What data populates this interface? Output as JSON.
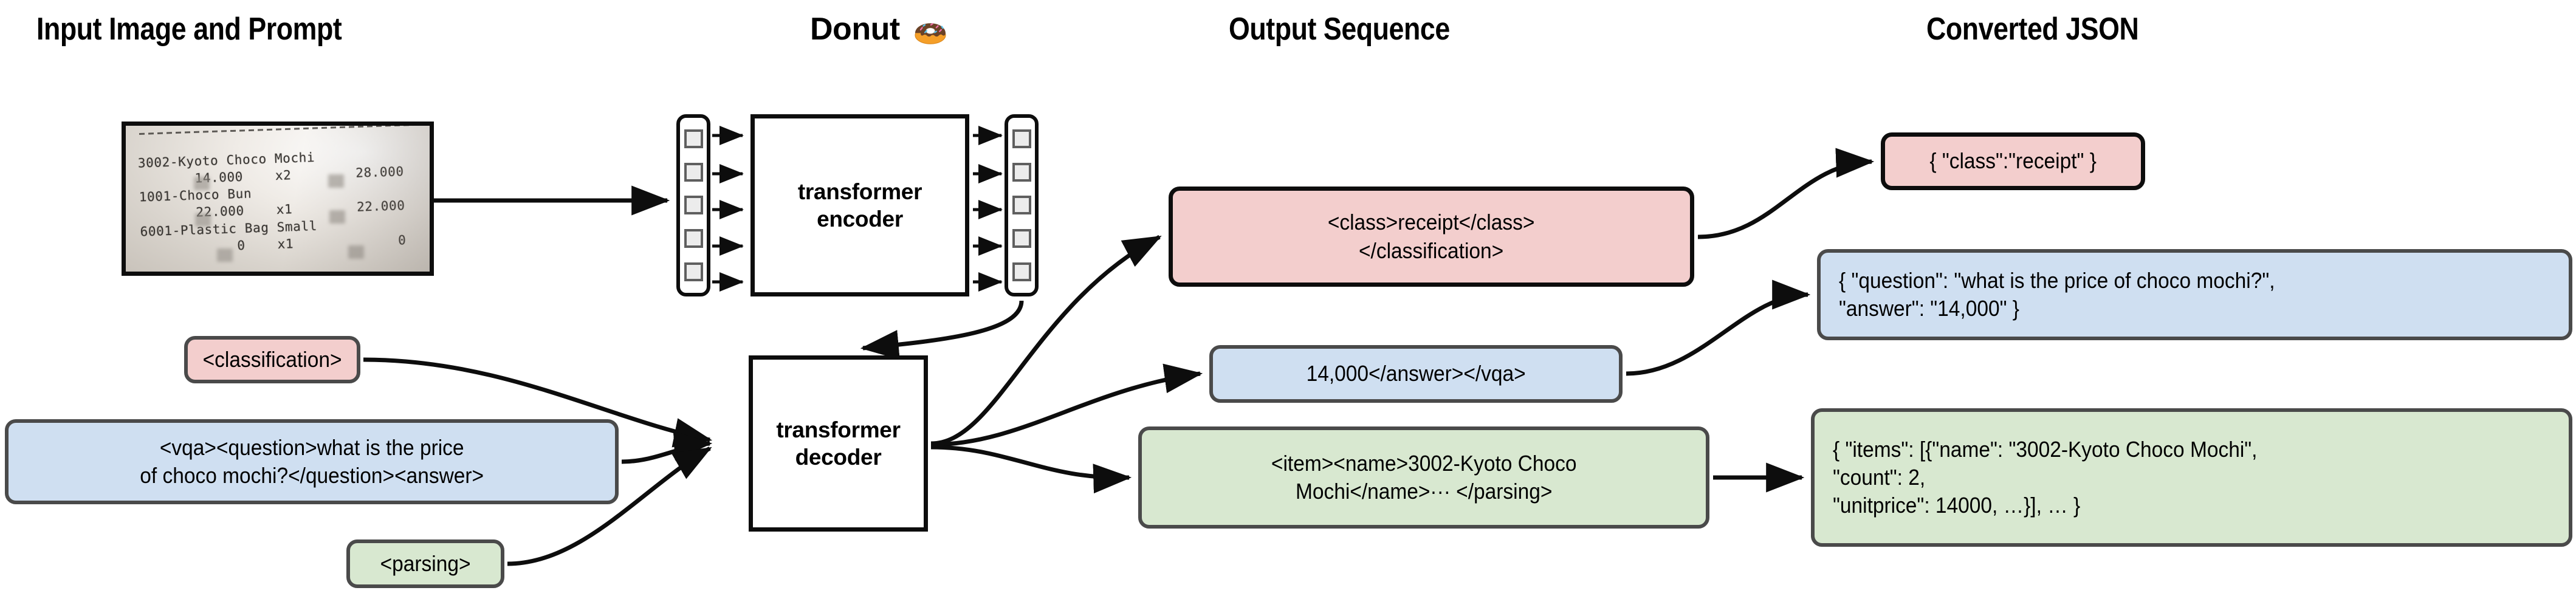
{
  "figure": {
    "type": "diagram",
    "description": "Donut model pipeline: input image and prompt, transformer encoder/decoder, output token sequence and converted JSON"
  },
  "columns": [
    {
      "id": "input",
      "title": "Input Image and Prompt"
    },
    {
      "id": "model",
      "title": "Donut",
      "emoji_name": "donut-emoji"
    },
    {
      "id": "output",
      "title": "Output Sequence"
    },
    {
      "id": "json",
      "title": "Converted JSON"
    }
  ],
  "receipt": {
    "name": "receipt-photo",
    "lines": [
      "3002-Kyoto Choco Mochi",
      "       14.000    x2        28.000",
      "1001-Choco Bun",
      "       22.000    x1        22.000",
      "6001-Plastic Bag Small",
      "            0    x1             0"
    ],
    "items": [
      {
        "code": "3002",
        "name": "Kyoto Choco Mochi",
        "unitprice": "14.000",
        "count": "x2",
        "total": "28.000"
      },
      {
        "code": "1001",
        "name": "Choco Bun",
        "unitprice": "22.000",
        "count": "x1",
        "total": "22.000"
      },
      {
        "code": "6001",
        "name": "Plastic Bag Small",
        "unitprice": "0",
        "count": "x1",
        "total": "0"
      }
    ]
  },
  "model": {
    "encoder_label": "transformer\nencoder",
    "decoder_label": "transformer\ndecoder",
    "encoder_input_tokens": 5,
    "encoder_output_tokens": 5
  },
  "prompts": [
    {
      "id": "classification",
      "text": "<classification>",
      "color": "#f3cecd"
    },
    {
      "id": "vqa",
      "text": "<vqa><question>what is the price\nof choco mochi?</question><answer>",
      "color": "#cfdff1"
    },
    {
      "id": "parsing",
      "text": "<parsing>",
      "color": "#d8e8d0"
    }
  ],
  "output_sequence": [
    {
      "id": "class-seq",
      "text": "<class>receipt</class>\n</classification>",
      "color": "#f3cecd"
    },
    {
      "id": "answer-seq",
      "text": "14,000</answer></vqa>",
      "color": "#cfdff1"
    },
    {
      "id": "parsing-seq",
      "text": "<item><name>3002-Kyoto Choco\nMochi</name>··· </parsing>",
      "color": "#d8e8d0"
    }
  ],
  "converted_json": [
    {
      "id": "class-json",
      "text": "{ \"class\":\"receipt\" }",
      "color": "#f3cecd"
    },
    {
      "id": "vqa-json",
      "text": "{ \"question\": \"what is the price of choco mochi?\",\n   \"answer\": \"14,000\" }",
      "color": "#cfdff1"
    },
    {
      "id": "parsing-json",
      "text": "{ \"items\": [{\"name\": \"3002-Kyoto Choco Mochi\",\n     \"count\": 2,\n     \"unitprice\": 14000, …}], … }",
      "color": "#d8e8d0"
    }
  ],
  "colors": {
    "pink": "#f3cecd",
    "blue": "#cfdff1",
    "green": "#d8e8d0",
    "border_gray": "#4a4a4a",
    "border_black": "#0d0d0d",
    "token_fill": "#ececec",
    "background": "#ffffff"
  }
}
